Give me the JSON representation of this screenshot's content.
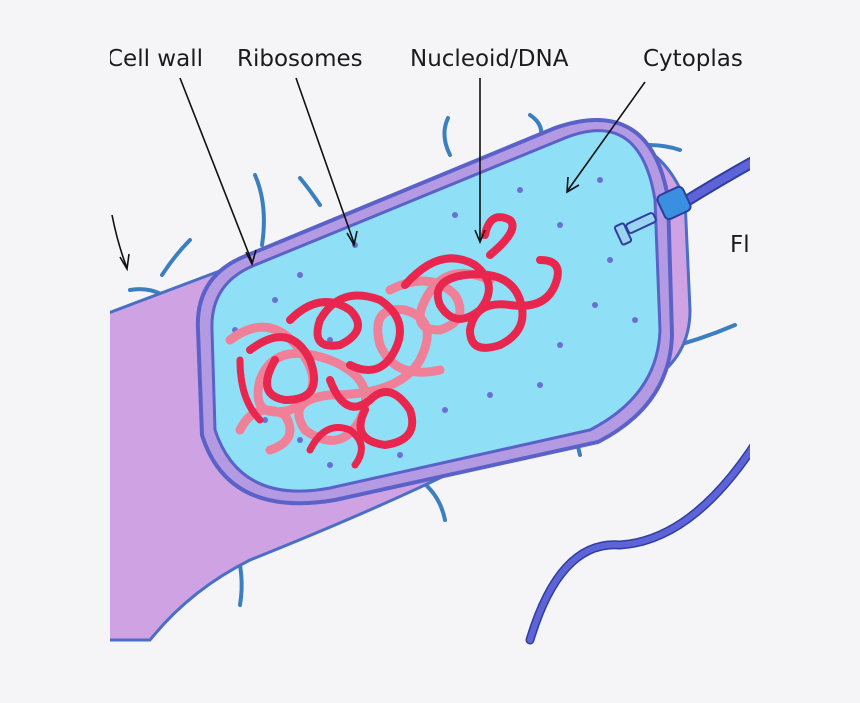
{
  "labels": {
    "cell_wall": "Cell wall",
    "ribosomes": "Ribosomes",
    "nucleoid": "Nucleoid/DNA",
    "cytoplasm": "Cytoplas",
    "flagellum": "Fl"
  },
  "colors": {
    "background": "#f5f5f7",
    "capsule": "#cfa3e3",
    "capsule_outline": "#4a6fc4",
    "cytoplasm": "#8fe0f7",
    "membrane": "#5a62c8",
    "dna": "#e8264e",
    "dna_light": "#f08098",
    "ribosome": "#6a6fd6",
    "flagellum": "#5e63d8",
    "pili": "#3b7fc0"
  }
}
